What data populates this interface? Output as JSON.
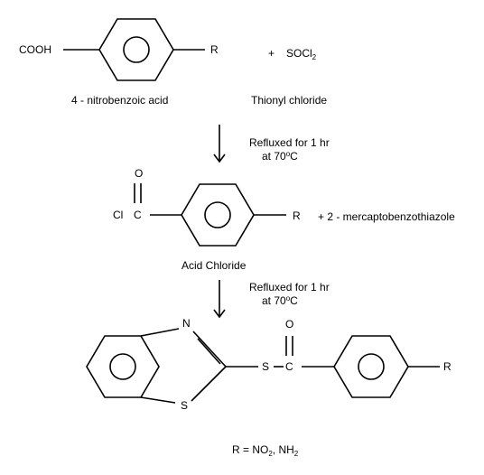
{
  "reactant": {
    "acid_group": "COOH",
    "substituent": "R",
    "name": "4 - nitrobenzoic acid"
  },
  "reagent": {
    "plus": "+",
    "formula_main": "SOCl",
    "formula_sub": "2",
    "name": "Thionyl chloride"
  },
  "step1": {
    "condition_line1": "Refluxed for 1 hr",
    "condition_line2_prefix": "at 70",
    "condition_line2_sup": "o",
    "condition_line2_suffix": "C"
  },
  "intermediate": {
    "oxygen": "O",
    "chlorine": "Cl",
    "carbon": "C",
    "substituent": "R",
    "name": "Acid Chloride",
    "coreactant": "+ 2 - mercaptobenzothiazole"
  },
  "step2": {
    "condition_line1": "Refluxed for 1 hr",
    "condition_line2_prefix": "at 70",
    "condition_line2_sup": "o",
    "condition_line2_suffix": "C"
  },
  "product": {
    "nitrogen": "N",
    "sulfur_ring": "S",
    "sulfur_link": "S",
    "oxygen": "O",
    "carbon": "C",
    "substituent": "R"
  },
  "footnote": {
    "prefix": "R = NO",
    "sub1": "2",
    "middle": ", NH",
    "sub2": "2"
  },
  "colors": {
    "ink": "#000000",
    "background": "#ffffff"
  }
}
